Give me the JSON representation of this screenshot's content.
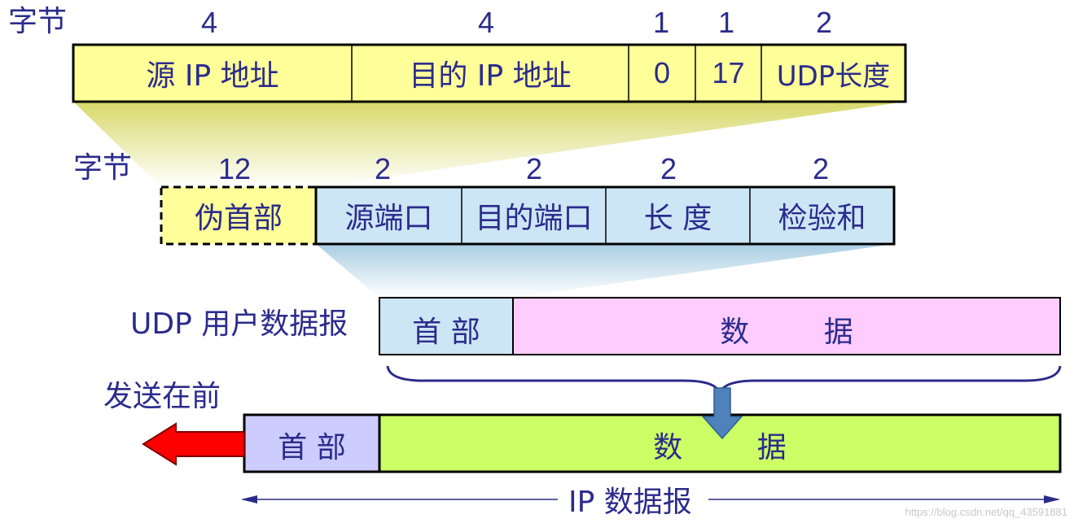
{
  "top": {
    "bytes_label": "字节",
    "byte_counts": [
      "4",
      "4",
      "1",
      "1",
      "2"
    ],
    "fields": [
      "源 IP 地址",
      "目的 IP 地址",
      "0",
      "17",
      "UDP长度"
    ]
  },
  "udp_header": {
    "bytes_label": "字节",
    "byte_counts": [
      "12",
      "2",
      "2",
      "2",
      "2"
    ],
    "pseudo_header": "伪首部",
    "fields": [
      "源端口",
      "目的端口",
      "长 度",
      "检验和"
    ]
  },
  "udp_datagram": {
    "label": "UDP 用户数据报",
    "header": "首 部",
    "data": "数        据"
  },
  "ip_datagram": {
    "send_first": "发送在前",
    "header": "首 部",
    "data": "数        据",
    "label": "IP 数据报"
  },
  "colors": {
    "yellow": "#ffff99",
    "light_blue": "#cce6f5",
    "pink": "#ffccff",
    "lime": "#ccff66",
    "lavender": "#ccccff",
    "text": "#2b2b8c",
    "arrow_red": "#ff0000",
    "arrow_blue": "#4f81bd"
  },
  "watermark": "https://blog.csdn.net/qq_43591881"
}
